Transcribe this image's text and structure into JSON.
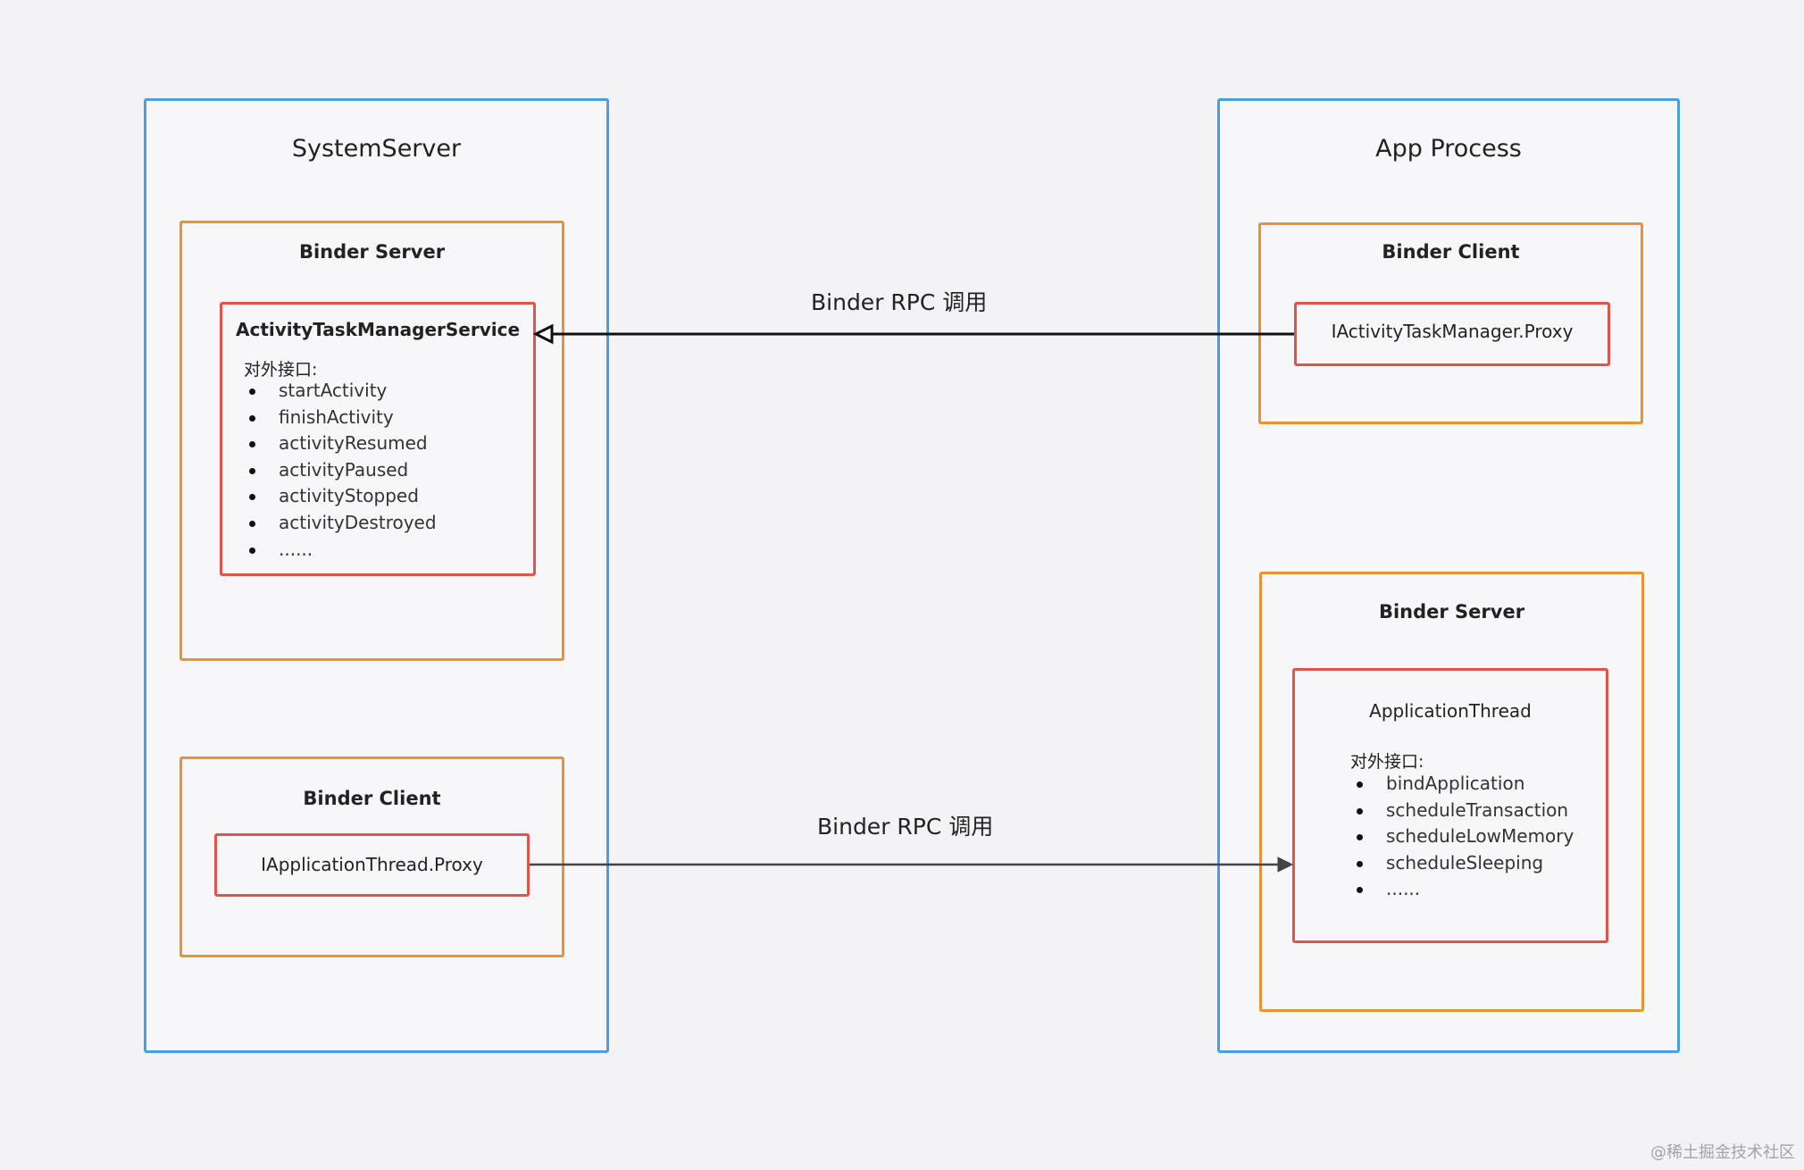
{
  "left_process": {
    "title": "SystemServer",
    "server": {
      "title": "Binder Server",
      "service": {
        "title": "ActivityTaskManagerService",
        "interface_label": "对外接口:",
        "methods": [
          "startActivity",
          "finishActivity",
          "activityResumed",
          "activityPaused",
          "activityStopped",
          "activityDestroyed",
          "......"
        ]
      }
    },
    "client": {
      "title": "Binder Client",
      "proxy": "IApplicationThread.Proxy"
    }
  },
  "right_process": {
    "title": "App Process",
    "client": {
      "title": "Binder Client",
      "proxy": "IActivityTaskManager.Proxy"
    },
    "server": {
      "title": "Binder Server",
      "service": {
        "title": "ApplicationThread",
        "interface_label": "对外接口:",
        "methods": [
          "bindApplication",
          "scheduleTransaction",
          "scheduleLowMemory",
          "scheduleSleeping",
          "......"
        ]
      }
    }
  },
  "connections": [
    {
      "label": "Binder RPC 调用",
      "from": "IActivityTaskManager.Proxy",
      "to": "ActivityTaskManagerService"
    },
    {
      "label": "Binder RPC 调用",
      "from": "IApplicationThread.Proxy",
      "to": "ApplicationThread"
    }
  ],
  "watermark": "@稀土掘金技术社区",
  "colors": {
    "background": "#f3f3f5",
    "process_border": "#4a9fe3",
    "binder_border": "#e89232",
    "service_border": "#e2534a",
    "arrow": "#111111"
  }
}
